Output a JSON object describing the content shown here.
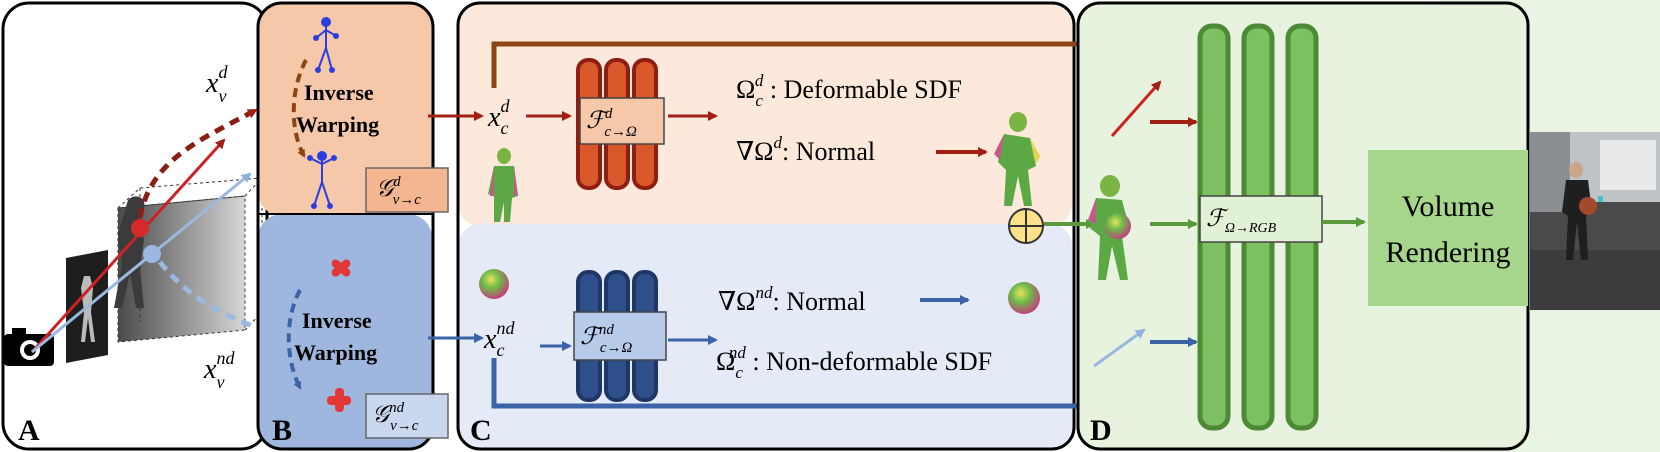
{
  "panels": {
    "A": {
      "label": "A",
      "x_d": "x",
      "x_d_sub": "v",
      "x_d_sup": "d",
      "x_nd": "x",
      "x_nd_sub": "v",
      "x_nd_sup": "nd"
    },
    "B": {
      "label": "B",
      "inverse_warping_line1": "Inverse",
      "inverse_warping_line2": "Warping",
      "g_d": {
        "base": "𝒢",
        "sup": "d",
        "sub": "v→c"
      },
      "g_nd": {
        "base": "𝒢",
        "sup": "nd",
        "sub": "v→c"
      }
    },
    "C": {
      "label": "C",
      "x_c_d": {
        "base": "x",
        "sub": "c",
        "sup": "d"
      },
      "x_c_nd": {
        "base": "x",
        "sub": "c",
        "sup": "nd"
      },
      "f_d": {
        "base": "ℱ",
        "sup": "d",
        "sub": "c→Ω"
      },
      "f_nd": {
        "base": "ℱ",
        "sup": "nd",
        "sub": "c→Ω"
      },
      "omega_d": {
        "base": "Ω",
        "sub": "c",
        "sup": "d",
        "text": " : Deformable SDF"
      },
      "normal_d": {
        "base": "∇Ω",
        "sup": "d",
        "text": ": Normal"
      },
      "normal_nd": {
        "base": "∇Ω",
        "sup": "nd",
        "text": ": Normal"
      },
      "omega_nd": {
        "base": "Ω",
        "sub": "c",
        "sup": "nd",
        "text": " : Non-deformable SDF"
      }
    },
    "D": {
      "label": "D",
      "f_rgb": {
        "base": "ℱ",
        "sub": "Ω→RGB"
      },
      "volume_rendering_line1": "Volume",
      "volume_rendering_line2": "Rendering"
    }
  },
  "colors": {
    "deformable": "#a31f14",
    "non_deformable": "#3a63a8",
    "rgb": "#5a9a3c",
    "panel_b_top": "#f5c8a9",
    "panel_b_bottom": "#9fb6de",
    "panel_c_top": "#fde9db",
    "panel_c_bottom": "#e4eaf6",
    "panel_d": "#e7f3df",
    "volume_box": "#a6d68c",
    "skip_arrow_top": "#8c4513"
  }
}
